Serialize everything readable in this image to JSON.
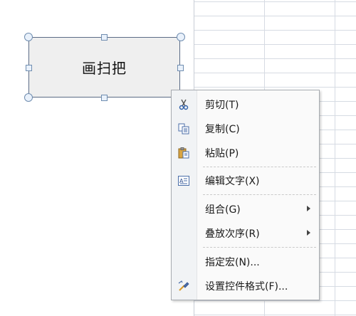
{
  "form_button": {
    "label": "画扫把"
  },
  "context_menu": {
    "items": [
      {
        "label": "剪切(T)",
        "icon": "scissors-icon"
      },
      {
        "label": "复制(C)",
        "icon": "copy-icon"
      },
      {
        "label": "粘贴(P)",
        "icon": "paste-icon"
      },
      {
        "label": "编辑文字(X)",
        "icon": "edit-text-icon"
      },
      {
        "label": "组合(G)",
        "submenu": true
      },
      {
        "label": "叠放次序(R)",
        "submenu": true
      },
      {
        "label": "指定宏(N)..."
      },
      {
        "label": "设置控件格式(F)...",
        "icon": "format-control-icon"
      }
    ]
  },
  "colors": {
    "grid_line": "#d6dbe3",
    "button_fill": "#efefef",
    "handle_border": "#6f8db0",
    "menu_background": "#fafafa"
  }
}
